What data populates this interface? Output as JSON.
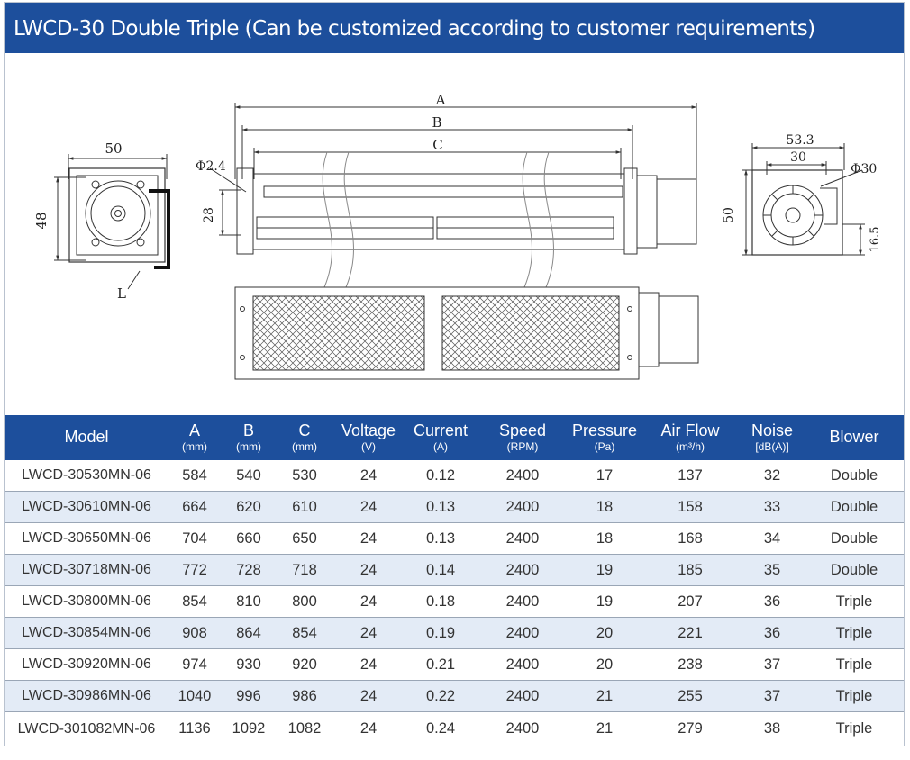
{
  "title": "LWCD-30 Double Triple  (Can be customized according to customer requirements)",
  "drawing": {
    "left_view": {
      "width_label": "50",
      "height_label": "48",
      "lead_label": "L"
    },
    "front_view": {
      "label_a": "A",
      "label_b": "B",
      "label_c": "C",
      "hole_label": "Φ2.4",
      "height_label": "28"
    },
    "right_view": {
      "width_label": "53.3",
      "inner_label": "30",
      "height_label": "50",
      "dia_label": "Φ30",
      "offset_label": "16.5"
    }
  },
  "table": {
    "headers": [
      {
        "label": "Model",
        "unit": ""
      },
      {
        "label": "A",
        "unit": "(mm)"
      },
      {
        "label": "B",
        "unit": "(mm)"
      },
      {
        "label": "C",
        "unit": "(mm)"
      },
      {
        "label": "Voltage",
        "unit": "(V)"
      },
      {
        "label": "Current",
        "unit": "(A)"
      },
      {
        "label": "Speed",
        "unit": "(RPM)"
      },
      {
        "label": "Pressure",
        "unit": "(Pa)"
      },
      {
        "label": "Air Flow",
        "unit": "(m³/h)"
      },
      {
        "label": "Noise",
        "unit": "[dB(A)]"
      },
      {
        "label": "Blower",
        "unit": ""
      }
    ],
    "rows": [
      [
        "LWCD-30530MN-06",
        "584",
        "540",
        "530",
        "24",
        "0.12",
        "2400",
        "17",
        "137",
        "32",
        "Double"
      ],
      [
        "LWCD-30610MN-06",
        "664",
        "620",
        "610",
        "24",
        "0.13",
        "2400",
        "18",
        "158",
        "33",
        "Double"
      ],
      [
        "LWCD-30650MN-06",
        "704",
        "660",
        "650",
        "24",
        "0.13",
        "2400",
        "18",
        "168",
        "34",
        "Double"
      ],
      [
        "LWCD-30718MN-06",
        "772",
        "728",
        "718",
        "24",
        "0.14",
        "2400",
        "19",
        "185",
        "35",
        "Double"
      ],
      [
        "LWCD-30800MN-06",
        "854",
        "810",
        "800",
        "24",
        "0.18",
        "2400",
        "19",
        "207",
        "36",
        "Triple"
      ],
      [
        "LWCD-30854MN-06",
        "908",
        "864",
        "854",
        "24",
        "0.19",
        "2400",
        "20",
        "221",
        "36",
        "Triple"
      ],
      [
        "LWCD-30920MN-06",
        "974",
        "930",
        "920",
        "24",
        "0.21",
        "2400",
        "20",
        "238",
        "37",
        "Triple"
      ],
      [
        "LWCD-30986MN-06",
        "1040",
        "996",
        "986",
        "24",
        "0.22",
        "2400",
        "21",
        "255",
        "37",
        "Triple"
      ],
      [
        "LWCD-301082MN-06",
        "1136",
        "1092",
        "1082",
        "24",
        "0.24",
        "2400",
        "21",
        "279",
        "38",
        "Triple"
      ]
    ]
  }
}
